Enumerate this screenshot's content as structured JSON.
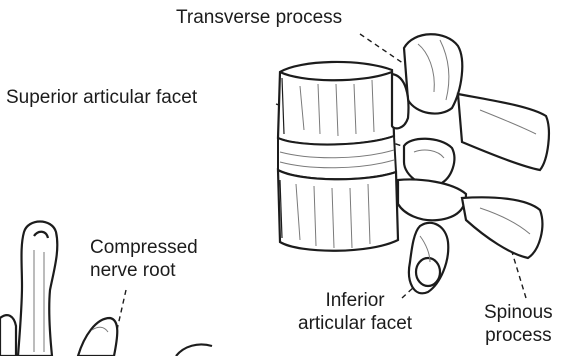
{
  "labels": {
    "transverse_process": "Transverse process",
    "superior_articular_facet": "Superior articular facet",
    "compressed_nerve_root": [
      "Compressed",
      "nerve root"
    ],
    "inferior_articular_facet": [
      "Inferior",
      "articular facet"
    ],
    "spinous_process": [
      "Spinous",
      "process"
    ]
  },
  "colors": {
    "ink": "#1c1c1c",
    "paper": "#ffffff",
    "bone_shade": "#7a7a7a",
    "bone_light": "#e9e9e9"
  }
}
